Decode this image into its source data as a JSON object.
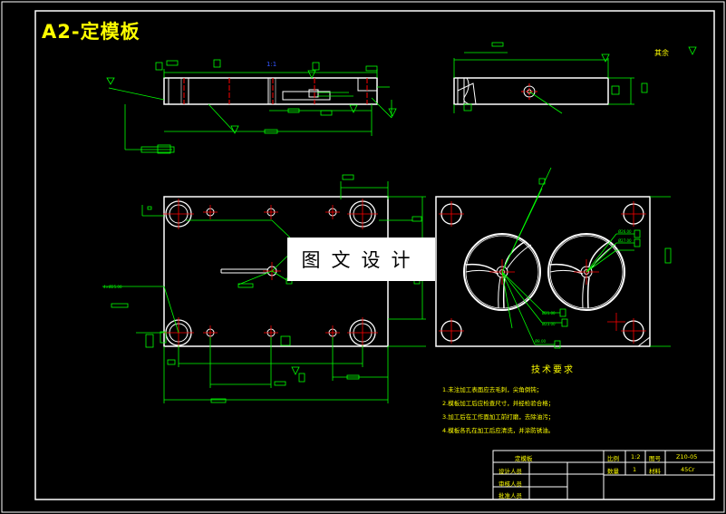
{
  "title": "A2-定模板",
  "watermark": "图文设计",
  "corner_note": "其余",
  "tech_requirements": {
    "title": "技术要求",
    "items": [
      "1.未注加工表面应去毛刺，尖角倒钝；",
      "2.模板加工后应检查尺寸，并经检验合格；",
      "3.加工后在工作面加工前打磨，去除油污；",
      "4.模板各孔在加工后应清洗，并涂防锈油。"
    ]
  },
  "title_block": {
    "part_name": "定模板",
    "scale_label": "比例",
    "scale_value": "1:2",
    "drawing_no_label": "图号",
    "drawing_no_value": "Z10-05",
    "quantity_label": "数量",
    "quantity_value": "1",
    "material_label": "材料",
    "material_value": "45Cr",
    "designer_label": "设计人员",
    "checker_label": "审核人员",
    "approver_label": "批准人员"
  },
  "colors": {
    "outline": "#ffffff",
    "dimension": "#00ff00",
    "center_mark": "#ff0000",
    "text": "#ffff00"
  }
}
